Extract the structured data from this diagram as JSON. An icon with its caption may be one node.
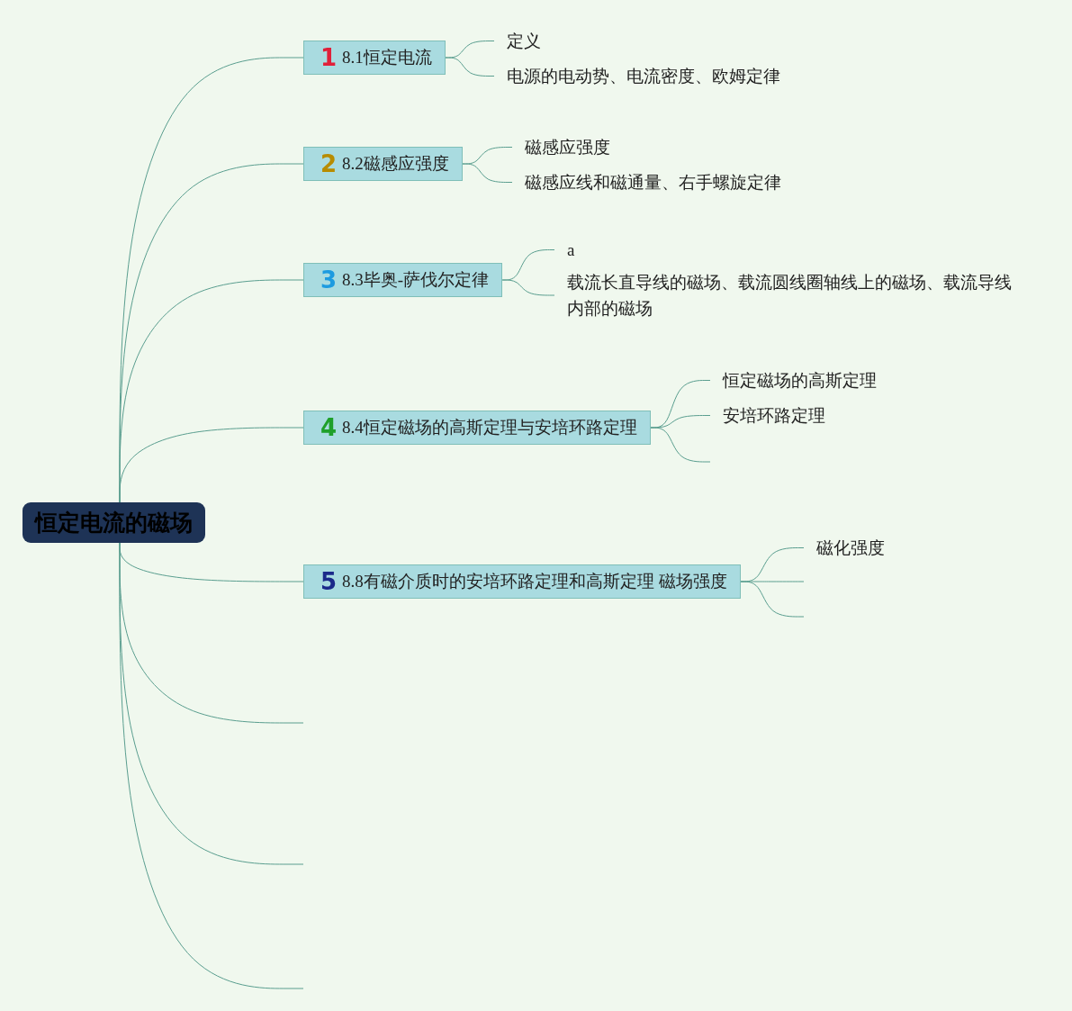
{
  "diagram": {
    "nodes": [
      {
        "text": [
          "恒定电流的磁场"
        ]
      },
      {
        "text": [
          "1",
          "8.1恒定电流"
        ]
      },
      {
        "text": [
          "2",
          "8.2磁感应强度"
        ]
      },
      {
        "text": [
          "3",
          "8.3毕奥-萨伐尔定律"
        ]
      },
      {
        "text": [
          "4",
          "8.4恒定磁场的高斯定理与安培环路定理"
        ]
      },
      {
        "text": [
          "5",
          "8.8有磁介质时的安培环路定理和高斯定理 磁场强度"
        ]
      },
      {
        "text": [
          "定义"
        ]
      },
      {
        "text": [
          "电源的电动势、电流密度、欧姆定律"
        ]
      },
      {
        "text": [
          "磁感应强度"
        ]
      },
      {
        "text": [
          "磁感应线和磁通量、右手螺旋定律"
        ]
      },
      {
        "text": [
          "a"
        ]
      },
      {
        "text": [
          "载流长直导线的磁场、载流圆线圈轴线上的磁场、载流导线内部的磁场"
        ]
      },
      {
        "text": [
          "恒定磁场的高斯定理"
        ]
      },
      {
        "text": [
          "安培环路定理"
        ]
      },
      {
        "text": [
          "磁化强度"
        ]
      }
    ],
    "edges": [
      {
        "from": 0,
        "to": 1,
        "arrow": "none"
      },
      {
        "from": 0,
        "to": 2,
        "arrow": "none"
      },
      {
        "from": 0,
        "to": 3,
        "arrow": "none"
      },
      {
        "from": 0,
        "to": 4,
        "arrow": "none"
      },
      {
        "from": 0,
        "to": 5,
        "arrow": "none"
      },
      {
        "from": 0,
        "to": null,
        "arrow": "none"
      },
      {
        "from": 0,
        "to": null,
        "arrow": "none"
      },
      {
        "from": 0,
        "to": null,
        "arrow": "none"
      },
      {
        "from": 1,
        "to": 6,
        "arrow": "none"
      },
      {
        "from": 1,
        "to": 7,
        "arrow": "none"
      },
      {
        "from": 2,
        "to": 8,
        "arrow": "none"
      },
      {
        "from": 2,
        "to": 9,
        "arrow": "none"
      },
      {
        "from": 3,
        "to": 10,
        "arrow": "none"
      },
      {
        "from": 3,
        "to": 11,
        "arrow": "none"
      },
      {
        "from": 4,
        "to": 12,
        "arrow": "none"
      },
      {
        "from": 4,
        "to": 13,
        "arrow": "none"
      },
      {
        "from": 4,
        "to": null,
        "arrow": "none"
      },
      {
        "from": 5,
        "to": 14,
        "arrow": "none"
      },
      {
        "from": 5,
        "to": null,
        "arrow": "none"
      },
      {
        "from": 5,
        "to": null,
        "arrow": "none"
      }
    ]
  }
}
